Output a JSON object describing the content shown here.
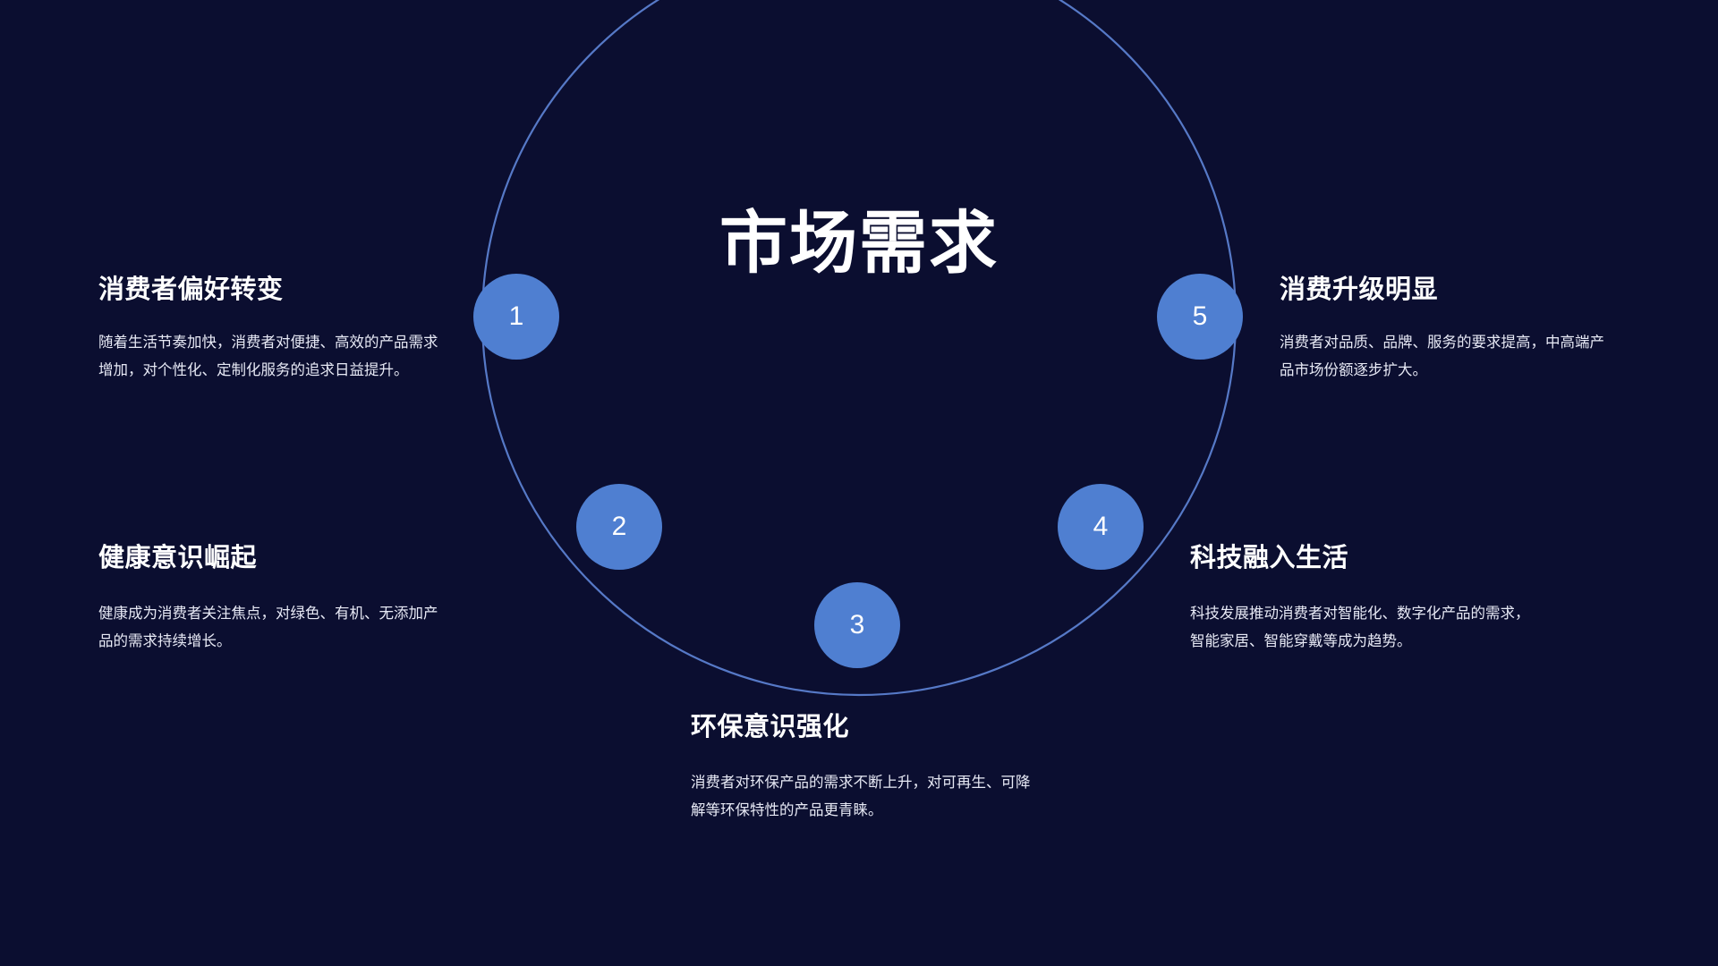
{
  "slide": {
    "center_title": "市场需求",
    "background_color": "#0b0e30",
    "node_color": "#4f7fd1",
    "ring_color": "#5b7fd0",
    "heading_color": "#ffffff",
    "body_color": "#e7e9f5"
  },
  "items": [
    {
      "number": "1",
      "heading": "消费者偏好转变",
      "body": "随着生活节奏加快，消费者对便捷、高效的产品需求增加，对个性化、定制化服务的追求日益提升。"
    },
    {
      "number": "2",
      "heading": "健康意识崛起",
      "body": "健康成为消费者关注焦点，对绿色、有机、无添加产品的需求持续增长。"
    },
    {
      "number": "3",
      "heading": "环保意识强化",
      "body": "消费者对环保产品的需求不断上升，对可再生、可降解等环保特性的产品更青睐。"
    },
    {
      "number": "4",
      "heading": "科技融入生活",
      "body": "科技发展推动消费者对智能化、数字化产品的需求，智能家居、智能穿戴等成为趋势。"
    },
    {
      "number": "5",
      "heading": "消费升级明显",
      "body": "消费者对品质、品牌、服务的要求提高，中高端产品市场份额逐步扩大。"
    }
  ]
}
